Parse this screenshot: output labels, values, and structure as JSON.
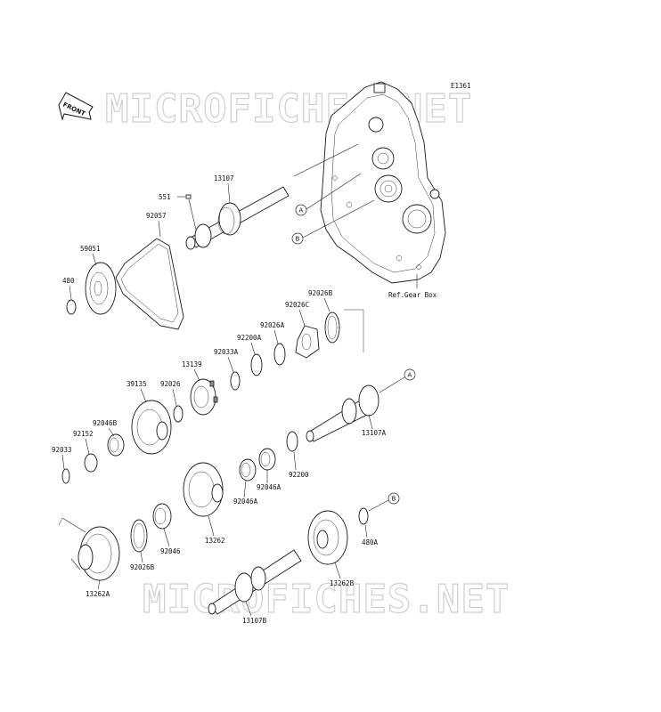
{
  "diagram_id": "E1361",
  "front_label": "FRONT",
  "watermark": "MICROFICHES.NET",
  "ref_note": "Ref.Gear Box",
  "callouts": [
    "A",
    "B"
  ],
  "parts": {
    "p551": "551",
    "p13107": "13107",
    "p92057": "92057",
    "p59051": "59051",
    "p480": "480",
    "p92026B_top": "92026B",
    "p92026C": "92026C",
    "p92026A": "92026A",
    "p92200A": "92200A",
    "p92033A": "92033A",
    "p13139": "13139",
    "p39135": "39135",
    "p92026": "92026",
    "p92046B": "92046B",
    "p92152": "92152",
    "p92033": "92033",
    "p13107A": "13107A",
    "p92200": "92200",
    "p92046A_1": "92046A",
    "p92046A_2": "92046A",
    "p13262": "13262",
    "p92046": "92046",
    "p92026B_bot": "92026B",
    "p13262A": "13262A",
    "p13262B": "13262B",
    "p13107B": "13107B",
    "p480A": "480A"
  },
  "colors": {
    "line": "#1a1a1a",
    "watermark": "#cfcfcf"
  }
}
